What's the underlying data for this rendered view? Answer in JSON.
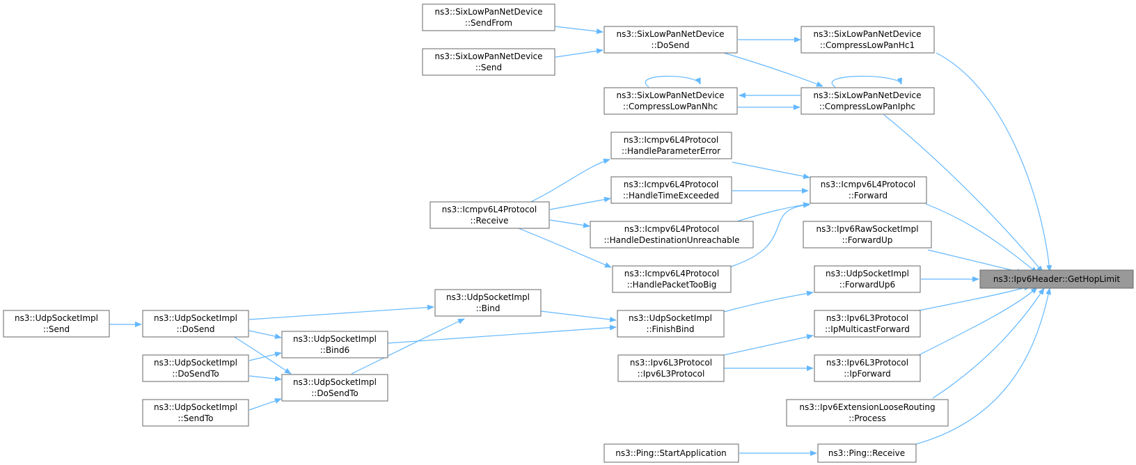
{
  "root": {
    "line1": "ns3::Ipv6Header::GetHopLimit",
    "line2": ""
  },
  "nodes": {
    "n_sendfrom": {
      "line1": "ns3::SixLowPanNetDevice",
      "line2": "::SendFrom"
    },
    "n_send6lp": {
      "line1": "ns3::SixLowPanNetDevice",
      "line2": "::Send"
    },
    "n_dosend6lp": {
      "line1": "ns3::SixLowPanNetDevice",
      "line2": "::DoSend"
    },
    "n_hc1": {
      "line1": "ns3::SixLowPanNetDevice",
      "line2": "::CompressLowPanHc1"
    },
    "n_nhc": {
      "line1": "ns3::SixLowPanNetDevice",
      "line2": "::CompressLowPanNhc"
    },
    "n_iphc": {
      "line1": "ns3::SixLowPanNetDevice",
      "line2": "::CompressLowPanIphc"
    },
    "n_paramerr": {
      "line1": "ns3::Icmpv6L4Protocol",
      "line2": "::HandleParameterError"
    },
    "n_timeexc": {
      "line1": "ns3::Icmpv6L4Protocol",
      "line2": "::HandleTimeExceeded"
    },
    "n_icmprecv": {
      "line1": "ns3::Icmpv6L4Protocol",
      "line2": "::Receive"
    },
    "n_destunr": {
      "line1": "ns3::Icmpv6L4Protocol",
      "line2": "::HandleDestinationUnreachable"
    },
    "n_pkttoobig": {
      "line1": "ns3::Icmpv6L4Protocol",
      "line2": "::HandlePacketTooBig"
    },
    "n_icmpfwd": {
      "line1": "ns3::Icmpv6L4Protocol",
      "line2": "::Forward"
    },
    "n_rawfwdup": {
      "line1": "ns3::Ipv6RawSocketImpl",
      "line2": "::ForwardUp"
    },
    "n_udpfwdup6": {
      "line1": "ns3::UdpSocketImpl",
      "line2": "::ForwardUp6"
    },
    "n_udpbind": {
      "line1": "ns3::UdpSocketImpl",
      "line2": "::Bind"
    },
    "n_udpsend": {
      "line1": "ns3::UdpSocketImpl",
      "line2": "::Send"
    },
    "n_udpdosend": {
      "line1": "ns3::UdpSocketImpl",
      "line2": "::DoSend"
    },
    "n_udpbind6": {
      "line1": "ns3::UdpSocketImpl",
      "line2": "::Bind6"
    },
    "n_udpfinish": {
      "line1": "ns3::UdpSocketImpl",
      "line2": "::FinishBind"
    },
    "n_udpdosendto_l": {
      "line1": "ns3::UdpSocketImpl",
      "line2": "::DoSendTo"
    },
    "n_udpdosendto_m": {
      "line1": "ns3::UdpSocketImpl",
      "line2": "::DoSendTo"
    },
    "n_udpsendto": {
      "line1": "ns3::UdpSocketImpl",
      "line2": "::SendTo"
    },
    "n_ipmcast": {
      "line1": "ns3::Ipv6L3Protocol",
      "line2": "::IpMulticastForward"
    },
    "n_ipv6l3": {
      "line1": "ns3::Ipv6L3Protocol",
      "line2": "::Ipv6L3Protocol"
    },
    "n_ipfwd": {
      "line1": "ns3::Ipv6L3Protocol",
      "line2": "::IpForward"
    },
    "n_looseroute": {
      "line1": "ns3::Ipv6ExtensionLooseRouting",
      "line2": "::Process"
    },
    "n_pingstart": {
      "line1": "ns3::Ping::StartApplication",
      "line2": ""
    },
    "n_pingrecv": {
      "line1": "ns3::Ping::Receive",
      "line2": ""
    }
  },
  "colors": {
    "edge": "#63b8ff",
    "node_border": "#666666",
    "root_fill": "#999999"
  }
}
